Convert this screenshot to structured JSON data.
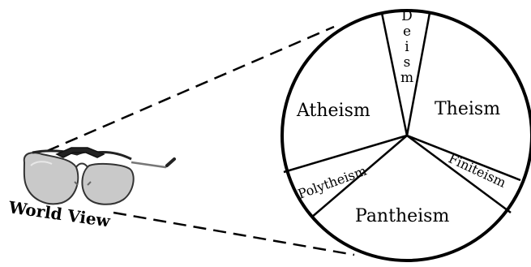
{
  "diagram": {
    "caption": "World View",
    "segments": [
      {
        "label": "Deism"
      },
      {
        "label": "Theism"
      },
      {
        "label": "Finiteism"
      },
      {
        "label": "Pantheism"
      },
      {
        "label": "Polytheism"
      },
      {
        "label": "Atheism"
      }
    ],
    "deism_letters": [
      "D",
      "e",
      "i",
      "s",
      "m"
    ],
    "colors": {
      "line": "#000000",
      "lens": "#c9c9c9",
      "background": "#ffffff"
    }
  }
}
